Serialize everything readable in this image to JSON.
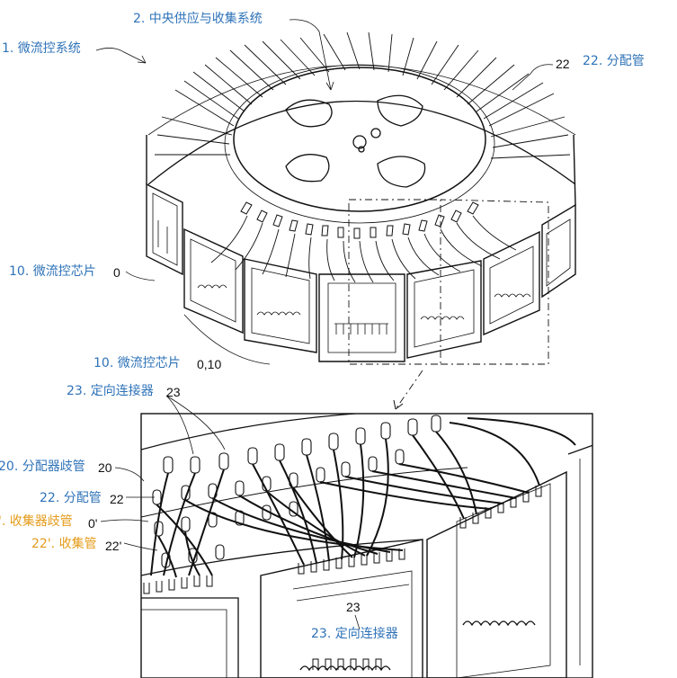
{
  "labels": {
    "l1": "1. 微流控系统",
    "l2": "2. 中央供应与收集系统",
    "l22": "22. 分配管",
    "l10a": "10. 微流控芯片",
    "l10b": "10. 微流控芯片",
    "l23a": "23. 定向连接器",
    "l20": "20. 分配器歧管",
    "l22b": "22. 分配管",
    "l20p": "'. 收集器歧管",
    "l22p": "22'. 收集管",
    "l23b": "23. 定向连接器"
  },
  "refs": {
    "r22": "22",
    "r10": "0",
    "r10b": "0,10",
    "r23": "23",
    "r20": "20",
    "r22b": "22",
    "r20p": "0'",
    "r22p": "22'",
    "r23b": "23"
  },
  "colors": {
    "label_blue": "#2f73b8",
    "label_orange": "#e49b1a",
    "line": "#111111"
  }
}
